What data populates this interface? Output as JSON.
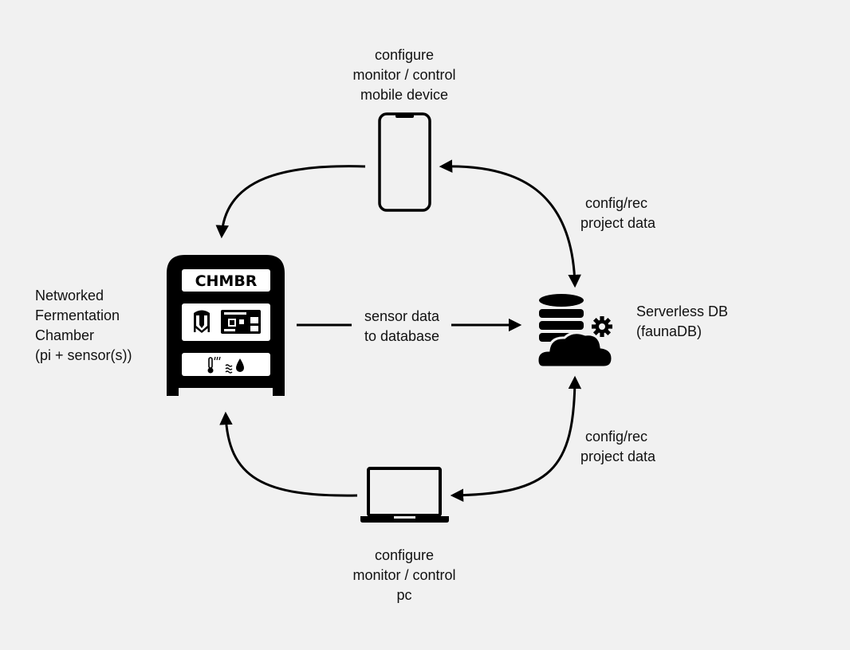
{
  "colors": {
    "background": "#f1f1f1",
    "ink": "#000000",
    "panel_fill": "#ffffff"
  },
  "icons": {
    "phone": "smartphone-icon",
    "laptop": "laptop-icon",
    "chamber": "fermentation-chamber-icon",
    "database": "cloud-database-gear-icon"
  },
  "chamber": {
    "brand": "CHMBR",
    "label_lines": [
      "Networked",
      "Fermentation",
      "Chamber",
      "(pi + sensor(s))"
    ]
  },
  "mobile": {
    "label_lines": [
      "configure",
      "monitor / control",
      "mobile device"
    ]
  },
  "pc": {
    "label_lines": [
      "configure",
      "monitor / control",
      "pc"
    ]
  },
  "database": {
    "label_lines": [
      "Serverless DB",
      "(faunaDB)"
    ]
  },
  "edges": {
    "sensor_label_lines": [
      "sensor data",
      "to database"
    ],
    "top_sync_label_lines": [
      "config/rec",
      "project data"
    ],
    "bottom_sync_label_lines": [
      "config/rec",
      "project data"
    ]
  }
}
